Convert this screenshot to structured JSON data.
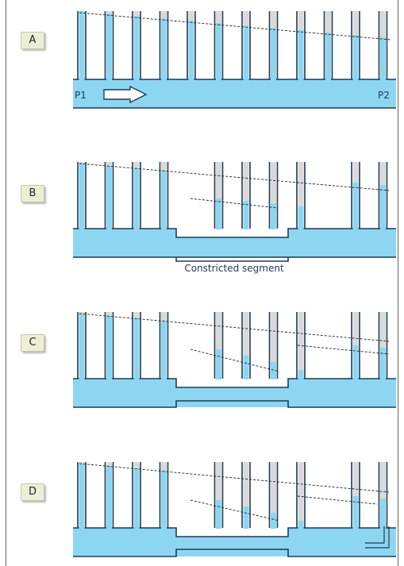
{
  "panels": [
    {
      "label": "A",
      "pressure_left": "P1",
      "pressure_right": "P2"
    },
    {
      "label": "B",
      "caption": "Constricted segment"
    },
    {
      "label": "C"
    },
    {
      "label": "D"
    }
  ],
  "colors": {
    "fluid": "#8dd6f2",
    "empty_tube": "#d9d9d9",
    "wall": "#1e3a52",
    "arrow_fill": "#ffffff",
    "dash_line": "#222222"
  }
}
